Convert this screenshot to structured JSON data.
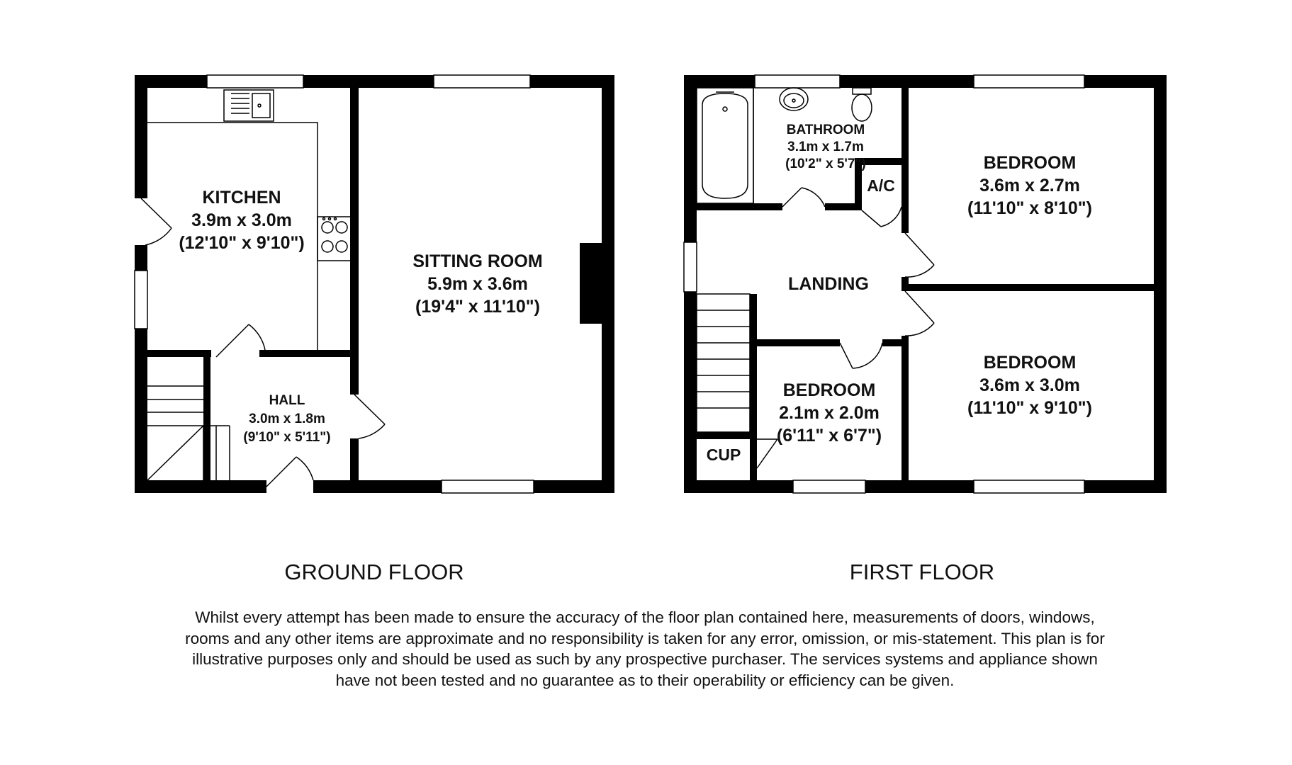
{
  "ground_floor": {
    "caption": "GROUND FLOOR",
    "rooms": [
      {
        "name": "KITCHEN",
        "metric": "3.9m x 3.0m",
        "imperial": "(12'10\" x 9'10\")"
      },
      {
        "name": "SITTING ROOM",
        "metric": "5.9m x 3.6m",
        "imperial": "(19'4\" x 11'10\")"
      },
      {
        "name": "HALL",
        "metric": "3.0m x 1.8m",
        "imperial": "(9'10\" x 5'11\")"
      }
    ]
  },
  "first_floor": {
    "caption": "FIRST FLOOR",
    "rooms": [
      {
        "name": "BATHROOM",
        "metric": "3.1m x 1.7m",
        "imperial": "(10'2\" x 5'7\")"
      },
      {
        "name": "BEDROOM",
        "metric": "3.6m x 2.7m",
        "imperial": "(11'10\" x 8'10\")"
      },
      {
        "name": "BEDROOM",
        "metric": "3.6m x 3.0m",
        "imperial": "(11'10\" x 9'10\")"
      },
      {
        "name": "BEDROOM",
        "metric": "2.1m x 2.0m",
        "imperial": "(6'11\" x 6'7\")"
      },
      {
        "name": "LANDING"
      },
      {
        "name": "A/C"
      },
      {
        "name": "CUP"
      }
    ]
  },
  "disclaimer": "Whilst every attempt has been made to ensure the accuracy of the floor plan contained here, measurements of doors, windows, rooms and any other items are approximate and no responsibility is taken for any error, omission, or mis-statement. This plan is for illustrative purposes only and should be used as such by any prospective purchaser. The services systems and appliance shown have not been tested and no guarantee as to their operability or efficiency can be given."
}
